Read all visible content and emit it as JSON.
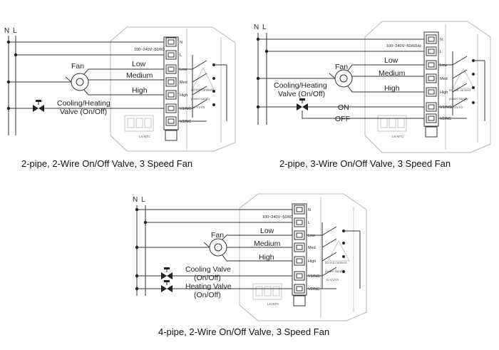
{
  "diagrams": [
    {
      "caption": "2-pipe, 2-Wire On/Off Valve, 3 Speed Fan",
      "supply": [
        "N",
        "L"
      ],
      "fan_label": "Fan",
      "speeds": [
        "Low",
        "Medium",
        "High"
      ],
      "valves": [
        {
          "label_lines": [
            "Cooling/Heating",
            "Valve (On/Off)"
          ]
        }
      ],
      "voltage": "100~240V~50/60Hz",
      "terminals": [
        "N",
        "L",
        "Low",
        "Med",
        "High",
        "V1/NO",
        "V2/NC"
      ]
    },
    {
      "caption": "2-pipe, 3-Wire On/Off Valve, 3 Speed Fan",
      "supply": [
        "N",
        "L"
      ],
      "fan_label": "Fan",
      "speeds": [
        "Low",
        "Medium",
        "High"
      ],
      "valves": [
        {
          "label_lines": [
            "Cooling/Heating",
            "Valve (On/Off)"
          ]
        }
      ],
      "valve_wires": [
        "ON",
        "OFF"
      ],
      "voltage": "100~240V~50/60Hz",
      "terminals": [
        "N",
        "L",
        "Low",
        "Med",
        "High",
        "V1/NO",
        "V2/NC"
      ]
    },
    {
      "caption": "4-pipe, 2-Wire On/Off Valve, 3 Speed Fan",
      "supply": [
        "N",
        "L"
      ],
      "fan_label": "Fan",
      "speeds": [
        "Low",
        "Medium",
        "High"
      ],
      "valves": [
        {
          "label_lines": [
            "Cooling Valve",
            "(On/Off)"
          ]
        },
        {
          "label_lines": [
            "Heating Valve",
            "(On/Off)"
          ]
        }
      ],
      "voltage": "100~240V~50/60Hz",
      "terminals": [
        "N",
        "L",
        "Low",
        "Med",
        "High",
        "V1/NO",
        "V2/NC"
      ]
    }
  ],
  "icons": [
    "fan-icon",
    "valve-icon",
    "switch-icon",
    "junction-dot-icon"
  ]
}
